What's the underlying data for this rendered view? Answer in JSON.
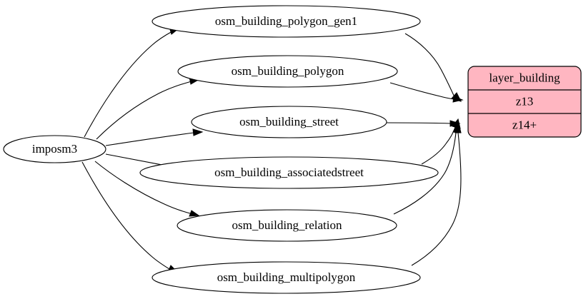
{
  "diagram": {
    "type": "directed-graph",
    "title": "osm building layer dependency graph",
    "background_color": "#ffffff",
    "edge_color": "#000000",
    "source_node": {
      "id": "imposm3",
      "label": "imposm3",
      "shape": "ellipse",
      "fill": "#ffffff"
    },
    "table_nodes": [
      {
        "id": "osm_building_polygon_gen1",
        "label": "osm_building_polygon_gen1",
        "shape": "ellipse",
        "fill": "#ffffff"
      },
      {
        "id": "osm_building_polygon",
        "label": "osm_building_polygon",
        "shape": "ellipse",
        "fill": "#ffffff"
      },
      {
        "id": "osm_building_street",
        "label": "osm_building_street",
        "shape": "ellipse",
        "fill": "#ffffff"
      },
      {
        "id": "osm_building_associatedstreet",
        "label": "osm_building_associatedstreet",
        "shape": "ellipse",
        "fill": "#ffffff"
      },
      {
        "id": "osm_building_relation",
        "label": "osm_building_relation",
        "shape": "ellipse",
        "fill": "#ffffff"
      },
      {
        "id": "osm_building_multipolygon",
        "label": "osm_building_multipolygon",
        "shape": "ellipse",
        "fill": "#ffffff"
      }
    ],
    "layer_node": {
      "id": "layer_building",
      "shape": "record-rounded",
      "fill": "#ffb6c1",
      "rows": [
        {
          "id": "layer-name",
          "label": "layer_building"
        },
        {
          "id": "zoom-z13",
          "label": "z13"
        },
        {
          "id": "zoom-z14-plus",
          "label": "z14+"
        }
      ]
    },
    "edges": [
      {
        "from": "imposm3",
        "to": "osm_building_polygon_gen1"
      },
      {
        "from": "imposm3",
        "to": "osm_building_polygon"
      },
      {
        "from": "imposm3",
        "to": "osm_building_street"
      },
      {
        "from": "imposm3",
        "to": "osm_building_associatedstreet"
      },
      {
        "from": "imposm3",
        "to": "osm_building_relation"
      },
      {
        "from": "imposm3",
        "to": "osm_building_multipolygon"
      },
      {
        "from": "osm_building_polygon_gen1",
        "to": "layer_building:z13"
      },
      {
        "from": "osm_building_polygon",
        "to": "layer_building:z14+"
      },
      {
        "from": "osm_building_street",
        "to": "layer_building:z14+"
      },
      {
        "from": "osm_building_associatedstreet",
        "to": "layer_building:z14+"
      },
      {
        "from": "osm_building_relation",
        "to": "layer_building:z14+"
      },
      {
        "from": "osm_building_multipolygon",
        "to": "layer_building:z14+"
      }
    ]
  }
}
